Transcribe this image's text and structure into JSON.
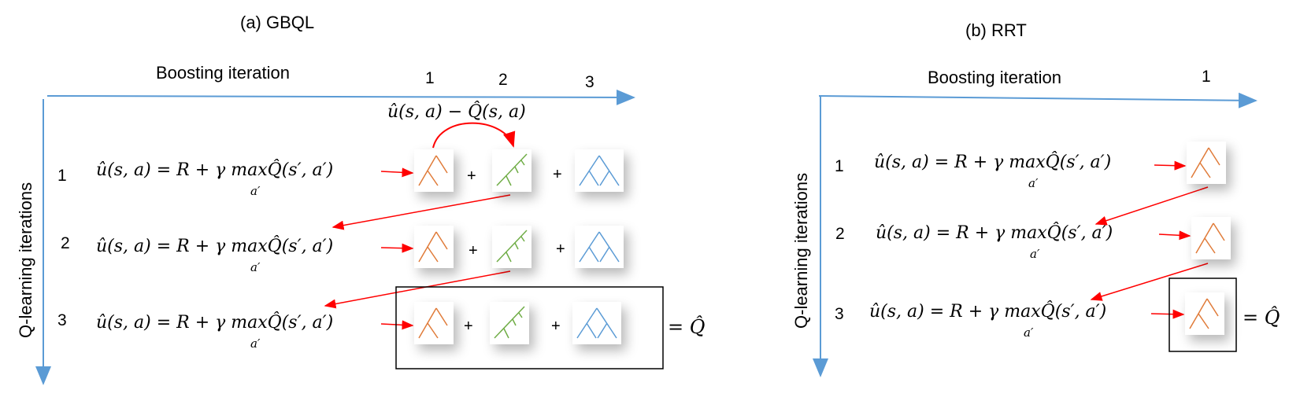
{
  "panel_a": {
    "title": "(a) GBQL",
    "x_axis_label": "Boosting iteration",
    "y_axis_label": "Q-learning iterations",
    "col_numbers": [
      "1",
      "2",
      "3"
    ],
    "row_numbers": [
      "1",
      "2",
      "3"
    ],
    "equation": "û(s, a) = R + γ maxQ̂(s′, a′)",
    "equation_sub": "a′",
    "residual_label": "û(s, a) − Q̂(s, a)",
    "plus": "+",
    "result": "= Q̂"
  },
  "panel_b": {
    "title": "(b) RRT",
    "x_axis_label": "Boosting iteration",
    "y_axis_label": "Q-learning iterations",
    "col_numbers": [
      "1"
    ],
    "row_numbers": [
      "1",
      "2",
      "3"
    ],
    "equation": "û(s, a) = R + γ maxQ̂(s′, a′)",
    "equation_sub": "a′",
    "result": "= Q̂"
  },
  "colors": {
    "axis": "#5b9bd5",
    "arrow": "#ff0000",
    "tree_orange": "#e07b39",
    "tree_green": "#70ad47",
    "tree_blue": "#5b9bd5",
    "box": "#000000"
  },
  "icons": {
    "tree_1": "orange-tree-icon",
    "tree_2": "green-tree-icon",
    "tree_3": "blue-tree-icon"
  }
}
